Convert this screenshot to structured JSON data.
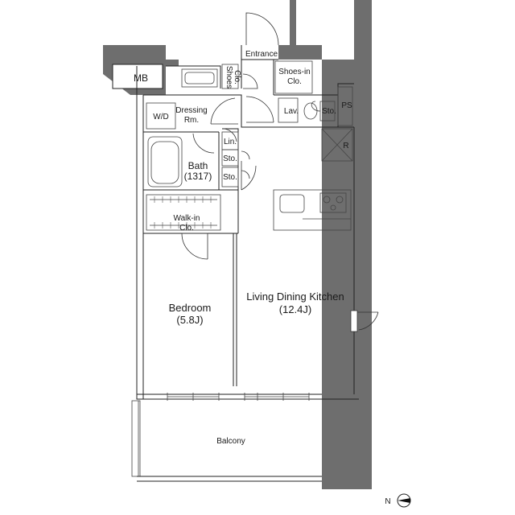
{
  "rooms": {
    "mb": "MB",
    "entrance": "Entrance",
    "shoes_clo_1": "Shoes",
    "shoes_clo_2": "Clo.",
    "shoes_in_1": "Shoes-in",
    "shoes_in_2": "Clo.",
    "wd": "W/D",
    "dressing_1": "Dressing",
    "dressing_2": "Rm.",
    "lav": "Lav.",
    "sto_wc": "Sto.",
    "ps": "PS",
    "r": "R",
    "lin": "Lin.",
    "sto_1": "Sto.",
    "sto_2": "Sto.",
    "bath_1": "Bath",
    "bath_2": "(1317)",
    "walkin_1": "Walk-in",
    "walkin_2": "Clo.",
    "bedroom_1": "Bedroom",
    "bedroom_2": "(5.8J)",
    "ldk_1": "Living Dining Kitchen",
    "ldk_2": "(12.4J)",
    "balcony": "Balcony"
  },
  "compass": {
    "label": "N"
  }
}
